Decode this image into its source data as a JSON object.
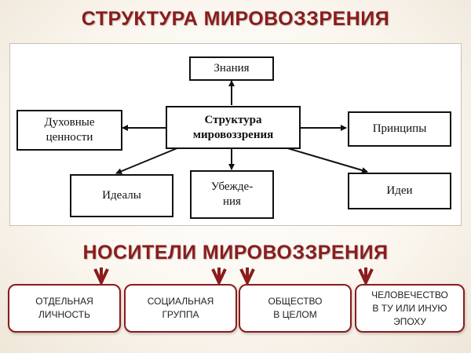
{
  "title_top": "СТРУКТУРА МИРОВОЗЗРЕНИЯ",
  "title_mid": "НОСИТЕЛИ МИРОВОЗЗРЕНИЯ",
  "scheme": {
    "center": "Структура\nмировоззрения",
    "top": "Знания",
    "left": "Духовные\nценности",
    "right": "Принципы",
    "bottom_left": "Идеалы",
    "bottom_center": "Убежде-\nния",
    "bottom_right": "Идеи"
  },
  "carriers": [
    "ОТДЕЛЬНАЯ\nЛИЧНОСТЬ",
    "СОЦИАЛЬНАЯ\nГРУППА",
    "ОБЩЕСТВО\nВ ЦЕЛОМ",
    "ЧЕЛОВЕЧЕСТВО\nВ ТУ ИЛИ ИНУЮ\nЭПОХУ"
  ],
  "colors": {
    "accent": "#8b1c1c",
    "line": "#111111"
  }
}
